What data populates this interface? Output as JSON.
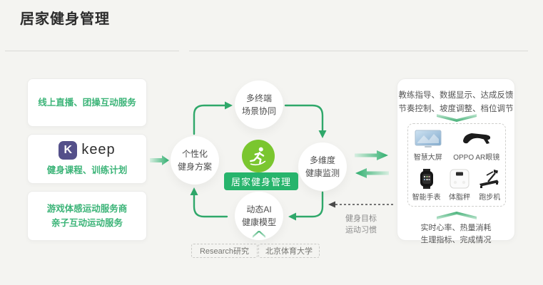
{
  "title": "居家健身管理",
  "colors": {
    "background": "#f4f4f1",
    "accent_green": "#2fa86a",
    "lime_green": "#7ac62f",
    "button_green": "#27b46c",
    "keep_purple": "#54508a",
    "green_text": "#3cb478"
  },
  "left_panel": {
    "box1": "线上直播、团操互动服务",
    "keep": {
      "badge": "K",
      "word": "keep",
      "caption": "健身课程、训练计划"
    },
    "box3_line1": "游戏体感运动服务商",
    "box3_line2": "亲子互动运动服务"
  },
  "cycle": {
    "top_line1": "多终端",
    "top_line2": "场景协同",
    "left_line1": "个性化",
    "left_line2": "健身方案",
    "right_line1": "多维度",
    "right_line2": "健康监测",
    "bottom_line1": "动态AI",
    "bottom_line2": "健康模型",
    "center_button": "居家健身管理"
  },
  "tags": {
    "research": "Research研究",
    "university": "北京体育大学"
  },
  "feedback": {
    "line1": "健身目标",
    "line2": "运动习惯"
  },
  "right_panel": {
    "top_line1": "教练指导、数据显示、达成反馈",
    "top_line2": "节奏控制、坡度调整、档位调节",
    "devices": [
      {
        "name": "智慧大屏"
      },
      {
        "name": "OPPO AR眼镜"
      },
      {
        "name": "智能手表"
      },
      {
        "name": "体脂秤"
      },
      {
        "name": "跑步机"
      }
    ],
    "bottom_line1": "实时心率、热量消耗",
    "bottom_line2": "生理指标、完成情况"
  }
}
